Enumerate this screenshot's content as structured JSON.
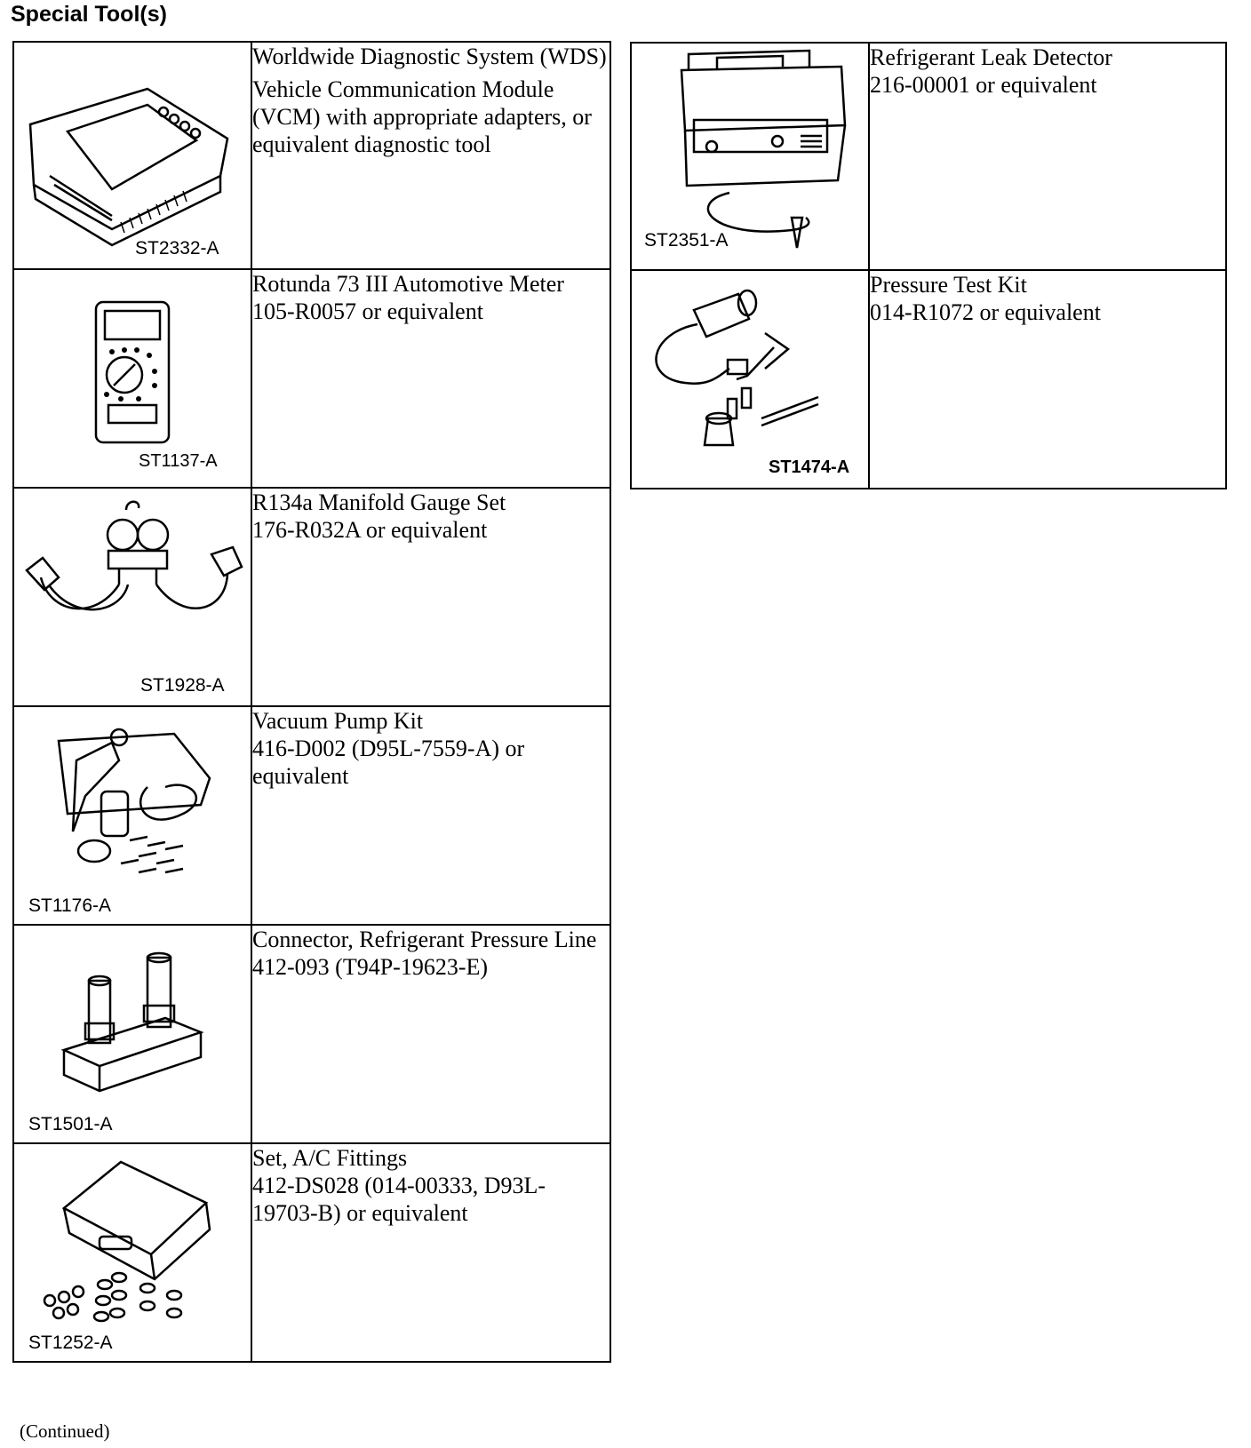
{
  "heading": "Special Tool(s)",
  "footer": "(Continued)",
  "left_tools": [
    {
      "code": "ST2332-A",
      "text": [
        "Worldwide Diagnostic System (WDS)",
        "Vehicle Communication Module (VCM) with appropriate adapters, or equivalent diagnostic tool"
      ],
      "illustration": "diagnostic-tablet-illustration"
    },
    {
      "code": "ST1137-A",
      "text": [
        "Rotunda 73 III Automotive Meter",
        "105-R0057 or equivalent"
      ],
      "illustration": "multimeter-illustration"
    },
    {
      "code": "ST1928-A",
      "text": [
        "R134a Manifold Gauge Set",
        "176-R032A or equivalent"
      ],
      "illustration": "manifold-gauge-illustration"
    },
    {
      "code": "ST1176-A",
      "text": [
        "Vacuum Pump Kit",
        "416-D002 (D95L-7559-A) or equivalent"
      ],
      "illustration": "vacuum-pump-kit-illustration"
    },
    {
      "code": "ST1501-A",
      "text": [
        "Connector, Refrigerant Pressure Line",
        "412-093 (T94P-19623-E)"
      ],
      "illustration": "pressure-line-connector-illustration"
    },
    {
      "code": "ST1252-A",
      "text": [
        "Set, A/C Fittings",
        "412-DS028 (014-00333, D93L-19703-B) or equivalent"
      ],
      "illustration": "ac-fittings-set-illustration"
    }
  ],
  "right_tools": [
    {
      "code": "ST2351-A",
      "text": [
        "Refrigerant Leak Detector",
        "216-00001 or equivalent"
      ],
      "illustration": "leak-detector-illustration"
    },
    {
      "code": "ST1474-A",
      "text": [
        "Pressure Test Kit",
        "014-R1072 or equivalent"
      ],
      "illustration": "pressure-test-kit-illustration"
    }
  ]
}
